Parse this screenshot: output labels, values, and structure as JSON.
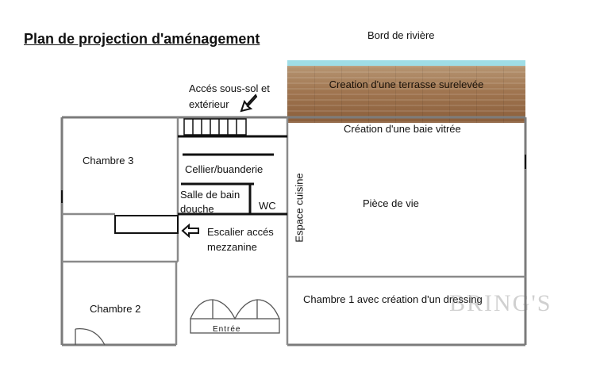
{
  "title": "Plan de projection d'aménagement",
  "labels": {
    "river": "Bord de rivière",
    "terrace": "Creation d'une terrasse surelevée",
    "access_line1": "Accés sous-sol et",
    "access_line2": "extérieur",
    "bay_window": "Création d'une baie vitrée",
    "bedroom3": "Chambre 3",
    "cellar": "Cellier/buanderie",
    "bathroom_line1": "Salle de bain",
    "bathroom_line2": "douche",
    "wc": "WC",
    "kitchen": "Espace cuisine",
    "living": "Pièce de vie",
    "stairs_line1": "Escalier  accés",
    "stairs_line2": "mezzanine",
    "bedroom2": "Chambre 2",
    "bedroom1": "Chambre 1 avec création d'un dressing",
    "entrance": "Entrée"
  },
  "watermark": "BRING'S",
  "colors": {
    "wall": "#7b7b7b",
    "wall_dark": "#111111",
    "water": "#9fdde6",
    "deck": "#a07550"
  }
}
